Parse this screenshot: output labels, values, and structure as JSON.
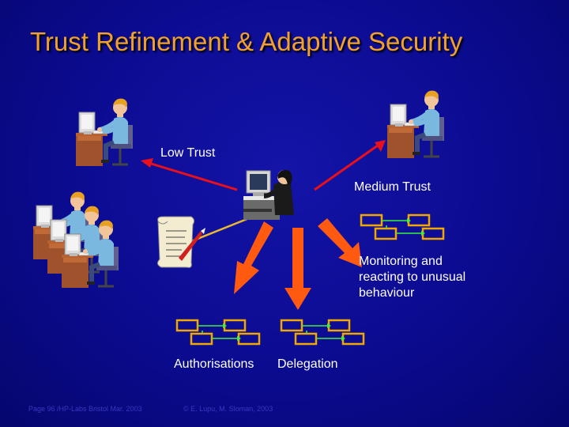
{
  "title": "Trust Refinement & Adaptive Security",
  "labels": {
    "low_trust": "Low Trust",
    "medium_trust": "Medium Trust",
    "monitoring": [
      "Monitoring and",
      "reacting to unusual",
      "behaviour"
    ],
    "authorisations": "Authorisations",
    "delegation": "Delegation"
  },
  "footer": {
    "left": "Page 96 /HP-Labs Bristol Mar. 2003",
    "right": "© E. Lupu, M. Sloman, 2003"
  },
  "colors": {
    "title": "#f0a030",
    "background": "#0b0b90",
    "arrow_red": "#e8101a",
    "arrow_orange": "#ff5a10",
    "arrow_yellow": "#e8b830",
    "policy_box": "#f0a800"
  },
  "icons": [
    "user-at-computer-icon",
    "admin-at-computer-icon",
    "policy-scroll-icon"
  ]
}
